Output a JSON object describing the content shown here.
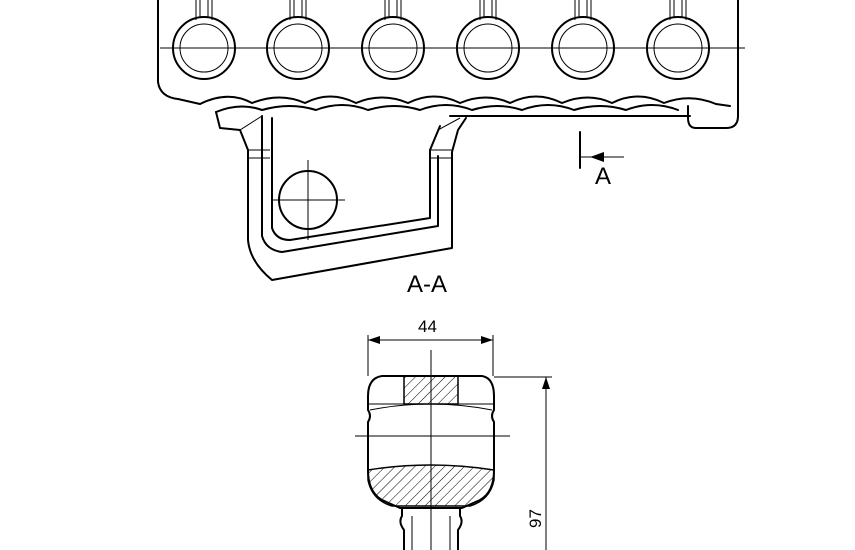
{
  "drawing": {
    "section_marker_letter": "A",
    "section_title": "A-A",
    "dimension_width": "44",
    "dimension_height": "97"
  },
  "colors": {
    "line": "#000000",
    "background": "#ffffff"
  }
}
